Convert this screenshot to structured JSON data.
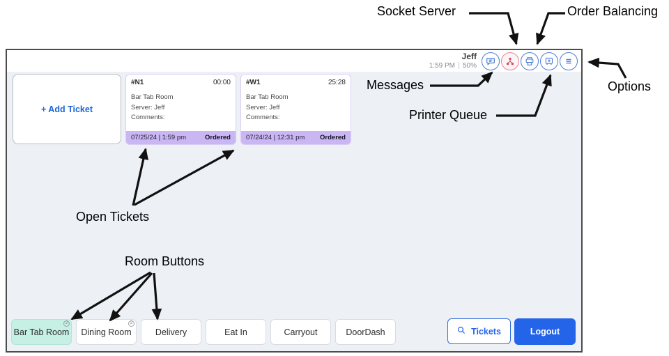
{
  "annotations": {
    "socket_server": "Socket Server",
    "order_balancing": "Order Balancing",
    "messages": "Messages",
    "printer_queue": "Printer Queue",
    "options": "Options",
    "open_tickets": "Open Tickets",
    "room_buttons": "Room Buttons"
  },
  "header": {
    "user_name": "Jeff",
    "time": "1:59 PM",
    "percent": "50%"
  },
  "tickets": {
    "add_button_label": "+ Add Ticket",
    "cards": [
      {
        "id": "#N1",
        "timer": "00:00",
        "room": "Bar Tab Room",
        "server": "Server: Jeff",
        "comments": "Comments:",
        "date": "07/25/24 | 1:59 pm",
        "status": "Ordered"
      },
      {
        "id": "#W1",
        "timer": "25:28",
        "room": "Bar Tab Room",
        "server": "Server: Jeff",
        "comments": "Comments:",
        "date": "07/24/24 | 12:31 pm",
        "status": "Ordered"
      }
    ]
  },
  "rooms": [
    {
      "label": "Bar Tab Room",
      "badge": "2",
      "active": true
    },
    {
      "label": "Dining Room",
      "badge": "2",
      "active": false
    },
    {
      "label": "Delivery",
      "active": false
    },
    {
      "label": "Eat In",
      "active": false
    },
    {
      "label": "Carryout",
      "active": false
    },
    {
      "label": "DoorDash",
      "active": false
    }
  ],
  "footer": {
    "tickets_button": "Tickets",
    "logout_button": "Logout"
  },
  "colors": {
    "accent_blue": "#2563eb",
    "icon_blue": "#4a7cd6",
    "icon_red": "#d94a5f",
    "ticket_footer_purple": "#c9b6f2",
    "active_room_teal": "#c5f0e3",
    "content_bg": "#edf0f5"
  }
}
